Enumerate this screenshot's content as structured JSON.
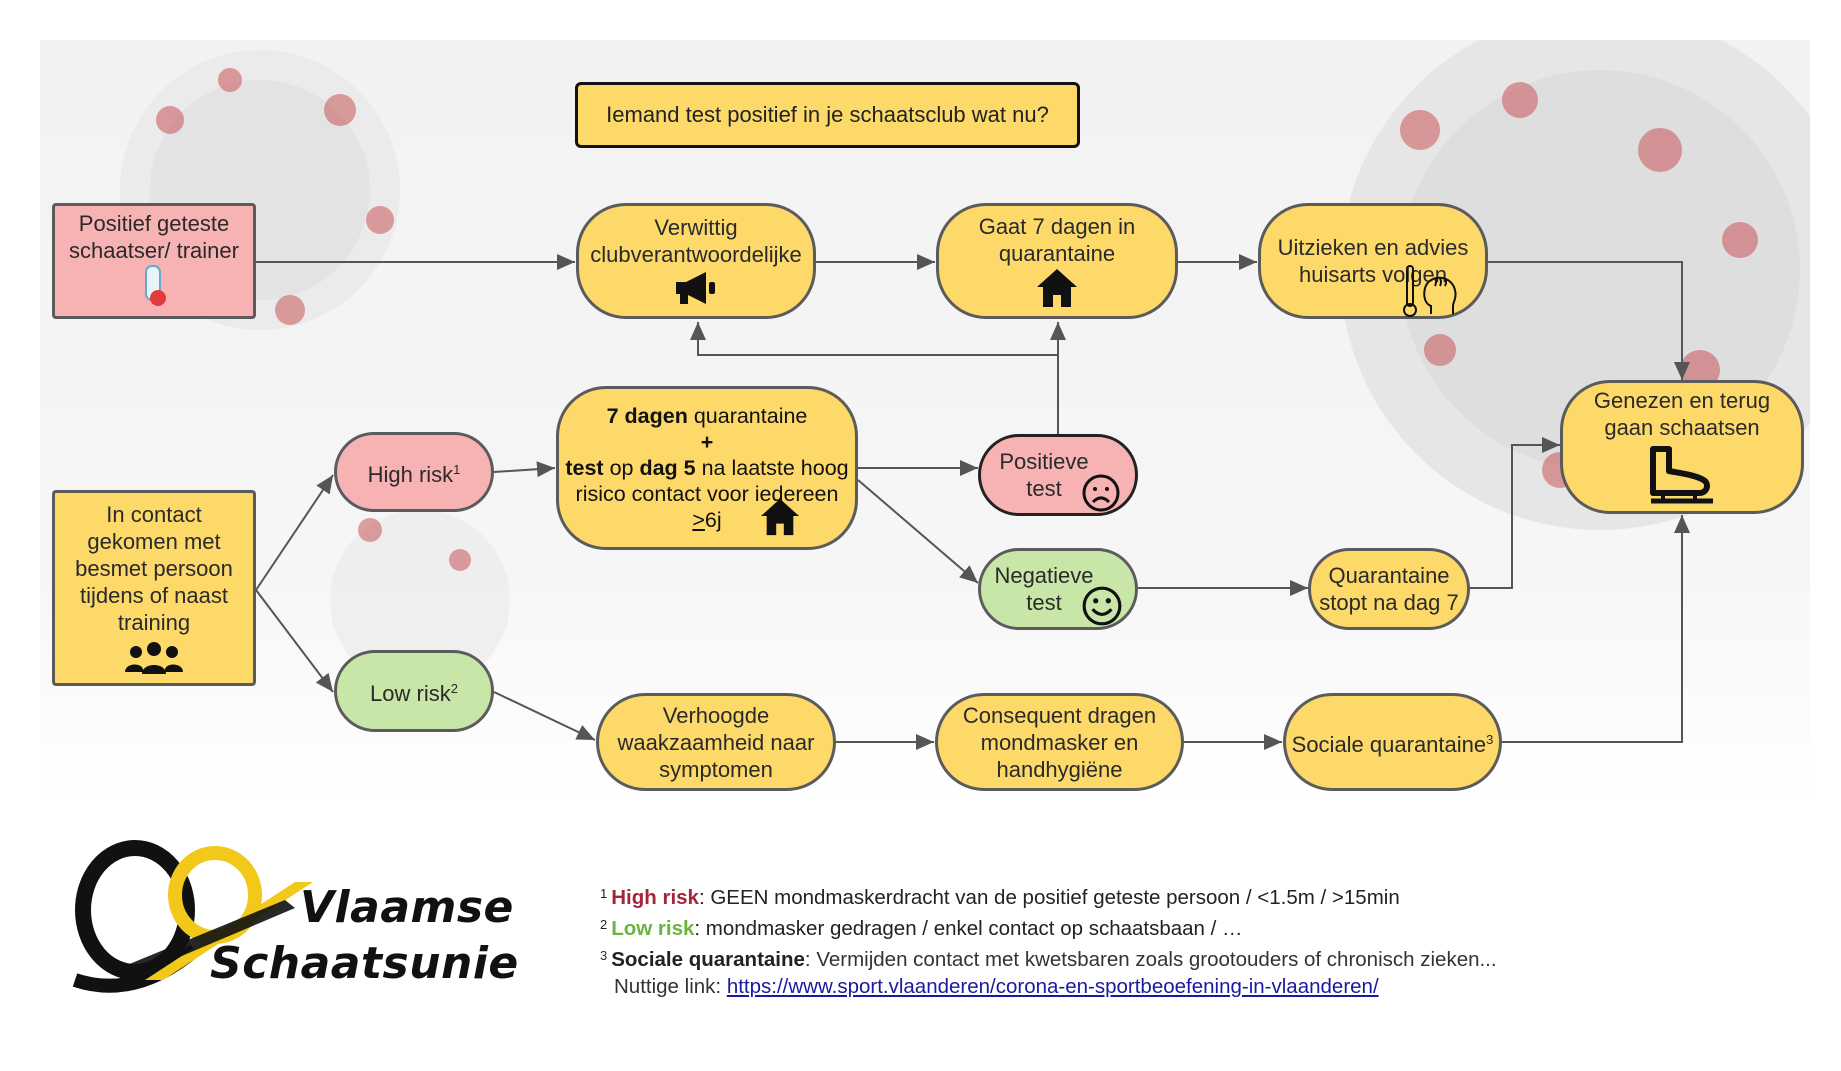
{
  "title": "Iemand test positief in je schaatsclub wat nu?",
  "colors": {
    "yellow": "#fdd96a",
    "pink": "#f7b3b3",
    "green": "#c8e6a8",
    "high_risk": "#a3263a",
    "low_risk": "#6cb33f"
  },
  "nodes": {
    "positive_tested": "Positief geteste schaatser/ trainer",
    "notify": "Verwittig clubverantwoordelijke",
    "quarantine7": "Gaat 7 dagen in quarantaine",
    "recover": "Uitzieken en advies huisarts volgen",
    "healed": "Genezen en terug gaan schaatsen",
    "contact": "In contact gekomen met besmet persoon tijdens of naast training",
    "high_risk": "High risk",
    "high_risk_sup": "1",
    "low_risk": "Low risk",
    "low_risk_sup": "2",
    "protocol_l1_bold": "7 dagen",
    "protocol_l1_rest": " quarantaine",
    "protocol_l2": "+",
    "protocol_l3_a": "test",
    "protocol_l3_b": " op ",
    "protocol_l3_c": "dag 5",
    "protocol_l3_d": " na laatste hoog",
    "protocol_l4": "risico contact voor iedereen",
    "protocol_l5_ge": ">",
    "protocol_l5_rest": "6j",
    "positive_test": "Positieve test",
    "negative_test": "Negatieve test",
    "quarantine_stops": "Quarantaine stopt na dag 7",
    "vigilance": "Verhoogde waakzaamheid naar symptomen",
    "mask": "Consequent dragen mondmasker en handhygiëne",
    "social_quarantine": "Sociale quarantaine",
    "social_quarantine_sup": "3"
  },
  "icons": {
    "positive_tested": "test-tube-icon",
    "notify": "megaphone-icon",
    "quarantine7": "house-icon",
    "recover": "thermometer-fever-icon",
    "healed": "ice-skate-icon",
    "contact": "group-icon",
    "protocol": "house-icon",
    "positive_test": "sad-face-icon",
    "negative_test": "smiley-icon"
  },
  "notes": [
    {
      "num": "1",
      "label": "High risk",
      "text": ": GEEN mondmaskerdracht van de positief geteste persoon / <1.5m / >15min"
    },
    {
      "num": "2",
      "label": "Low risk",
      "text": ": mondmasker gedragen / enkel contact op schaatsbaan / …"
    },
    {
      "num": "3",
      "label": "Sociale quarantaine",
      "text": ": Vermijden contact met kwetsbaren zoals grootouders of chronisch zieken..."
    }
  ],
  "link_label": "Nuttige link: ",
  "link_url": "https://www.sport.vlaanderen/corona-en-sportbeoefening-in-vlaanderen/",
  "logo": {
    "line1": "Vlaamse",
    "line2": "Schaatsunie"
  }
}
